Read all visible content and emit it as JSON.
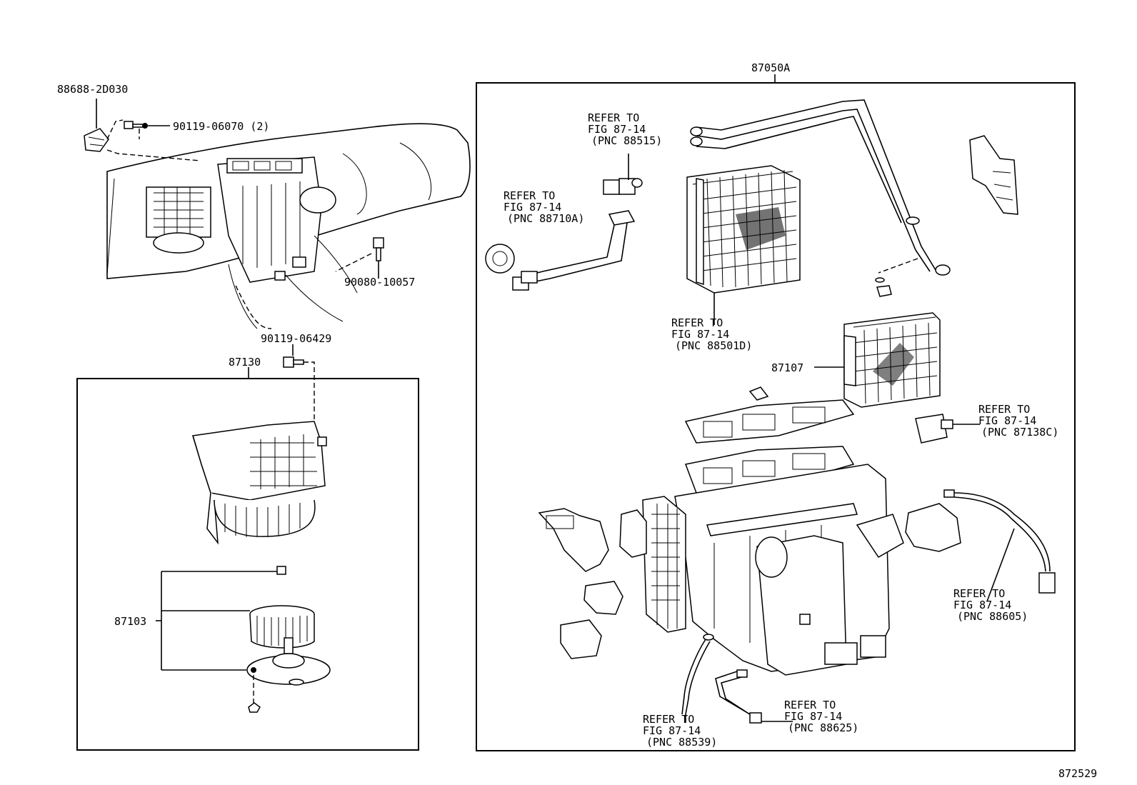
{
  "labels": {
    "clip_part": "88688-2D030",
    "screw_top": "90119-06070 (2)",
    "bolt_right": "90080-10057",
    "screw_mid": "90119-06429",
    "blower_assy": "87130",
    "blower_motor": "87103",
    "unit_assy": "87050A",
    "heater_core": "87107",
    "drawing_no": "872529"
  },
  "refs": [
    {
      "l1": "REFER TO",
      "l2": "FIG 87-14",
      "l3": "(PNC 88515)"
    },
    {
      "l1": "REFER TO",
      "l2": "FIG 87-14",
      "l3": "(PNC 88710A)"
    },
    {
      "l1": "REFER TO",
      "l2": "FIG 87-14",
      "l3": "(PNC 88501D)"
    },
    {
      "l1": "REFER TO",
      "l2": "FIG 87-14",
      "l3": "(PNC 87138C)"
    },
    {
      "l1": "REFER TO",
      "l2": "FIG 87-14",
      "l3": "(PNC 88605)"
    },
    {
      "l1": "REFER TO",
      "l2": "FIG 87-14",
      "l3": "(PNC 88539)"
    },
    {
      "l1": "REFER TO",
      "l2": "FIG 87-14",
      "l3": "(PNC 88625)"
    }
  ]
}
